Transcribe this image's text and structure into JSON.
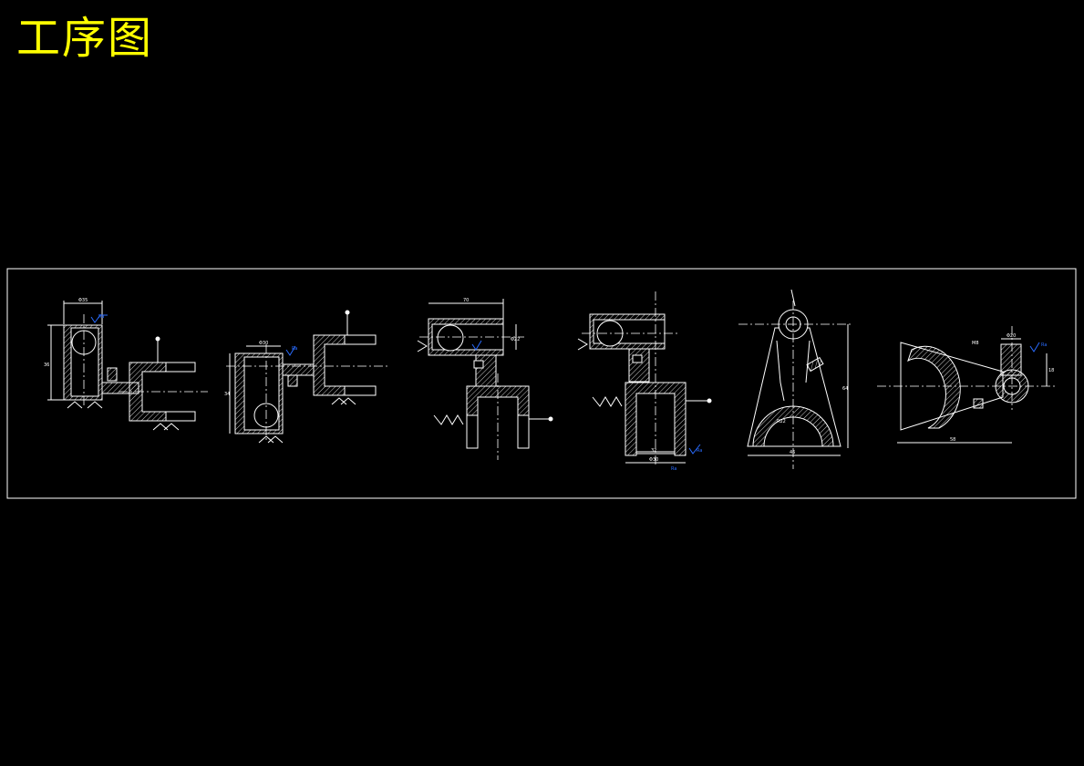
{
  "title": "工序图",
  "colors": {
    "background": "#000000",
    "title": "#ffff00",
    "lines": "#ffffff",
    "roughness": "#2a6cff"
  },
  "views": [
    {
      "name": "process-view-1"
    },
    {
      "name": "process-view-2"
    },
    {
      "name": "process-view-3"
    },
    {
      "name": "process-view-4"
    },
    {
      "name": "process-view-5"
    },
    {
      "name": "process-view-6"
    }
  ]
}
